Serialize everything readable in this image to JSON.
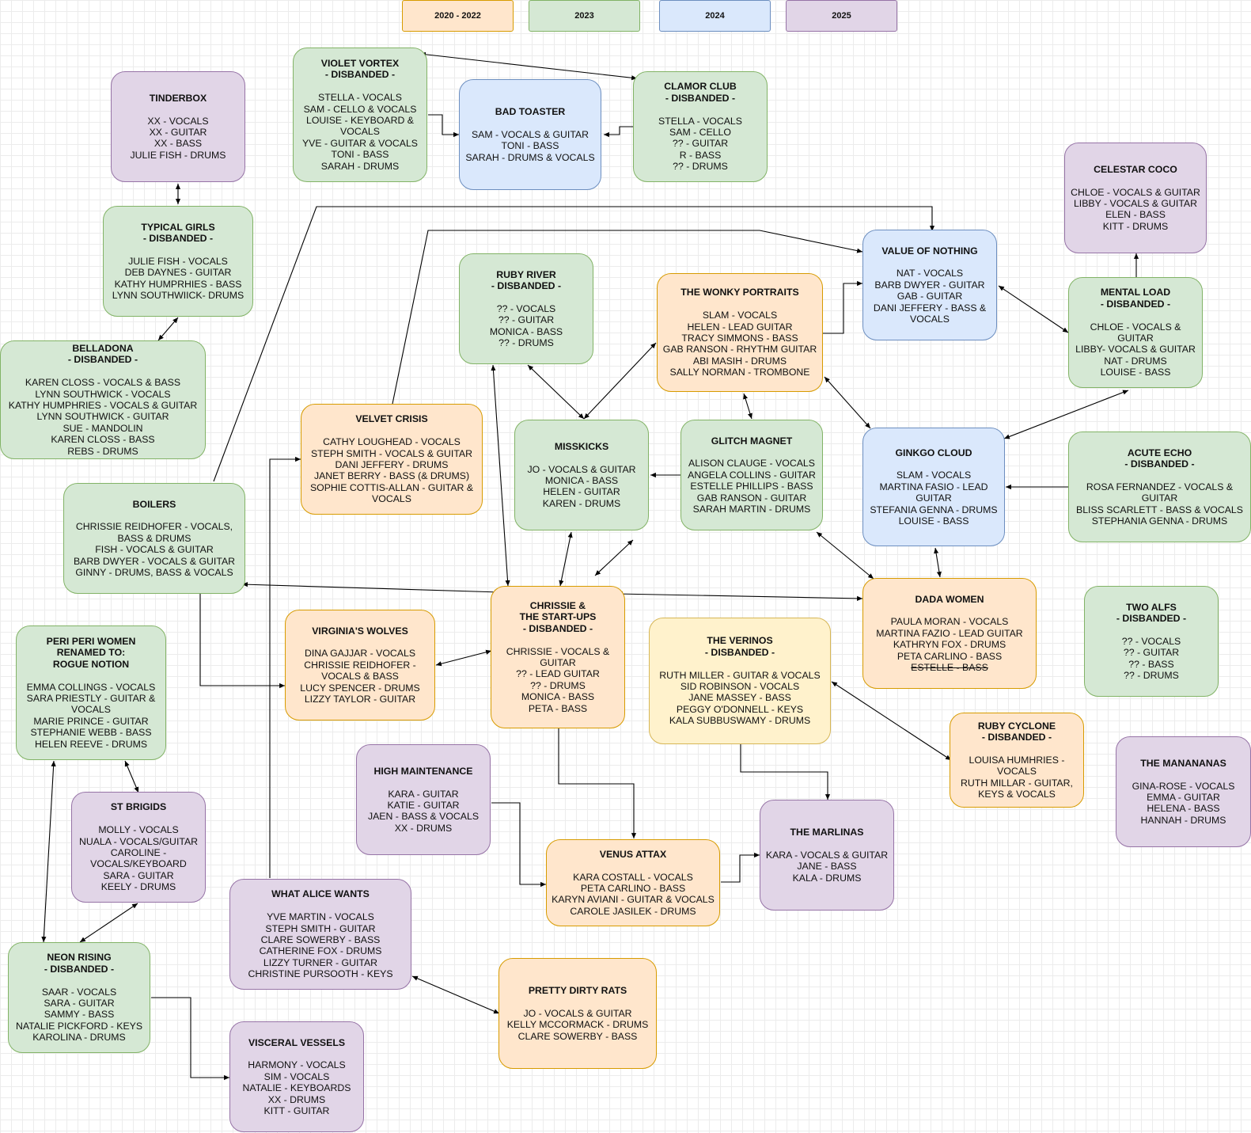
{
  "legend": [
    {
      "id": "l1",
      "label": "2020 - 2022",
      "color": "#ffe6cc",
      "border": "#d79b00"
    },
    {
      "id": "l2",
      "label": "2023",
      "color": "#d5e8d4",
      "border": "#82b366"
    },
    {
      "id": "l3",
      "label": "2024",
      "color": "#dae8fc",
      "border": "#6c8ebf"
    },
    {
      "id": "l4",
      "label": "2025",
      "color": "#e1d5e7",
      "border": "#9673a6"
    }
  ],
  "bands": {
    "tinderbox": {
      "title": "TINDERBOX",
      "members": [
        "XX - VOCALS",
        "XX - GUITAR",
        "XX - BASS",
        "JULIE FISH - DRUMS"
      ]
    },
    "violet_vortex": {
      "title": "VIOLET VORTEX",
      "status": "- DISBANDED -",
      "members": [
        "STELLA - VOCALS",
        "SAM - CELLO & VOCALS",
        "LOUISE - KEYBOARD &",
        "VOCALS",
        "YVE - GUITAR & VOCALS",
        "TONI - BASS",
        "SARAH - DRUMS"
      ]
    },
    "bad_toaster": {
      "title": "BAD TOASTER",
      "members": [
        "SAM - VOCALS & GUITAR",
        "TONI - BASS",
        "SARAH - DRUMS & VOCALS"
      ]
    },
    "clamor_club": {
      "title": "CLAMOR CLUB",
      "status": "- DISBANDED -",
      "members": [
        "STELLA - VOCALS",
        "SAM - CELLO",
        "?? - GUITAR",
        "R - BASS",
        "?? - DRUMS"
      ]
    },
    "celestar_coco": {
      "title": "CELESTAR COCO",
      "members": [
        "CHLOE - VOCALS & GUITAR",
        "LIBBY - VOCALS & GUITAR",
        "ELEN - BASS",
        "KITT - DRUMS"
      ]
    },
    "typical_girls": {
      "title": "TYPICAL GIRLS",
      "status": "- DISBANDED -",
      "members": [
        "JULIE FISH - VOCALS",
        "DEB DAYNES - GUITAR",
        "KATHY HUMPRHIES - BASS",
        "LYNN SOUTHWIICK- DRUMS"
      ]
    },
    "value_of_nothing": {
      "title": "VALUE OF NOTHING",
      "members": [
        "NAT - VOCALS",
        "BARB DWYER - GUITAR",
        "GAB - GUITAR",
        "DANI JEFFERY - BASS &",
        "VOCALS"
      ]
    },
    "ruby_river": {
      "title": "RUBY RIVER",
      "status": "- DISBANDED -",
      "members": [
        "?? - VOCALS",
        "?? - GUITAR",
        "MONICA - BASS",
        "?? - DRUMS"
      ]
    },
    "wonky_portraits": {
      "title": "THE WONKY PORTRAITS",
      "members": [
        "SLAM - VOCALS",
        "HELEN - LEAD GUITAR",
        "TRACY SIMMONS - BASS",
        "GAB RANSON - RHYTHM GUITAR",
        "ABI MASIH - DRUMS",
        "SALLY NORMAN - TROMBONE"
      ]
    },
    "mental_load": {
      "title": "MENTAL LOAD",
      "status": "- DISBANDED -",
      "members": [
        "CHLOE - VOCALS & GUITAR",
        "LIBBY- VOCALS & GUITAR",
        "NAT - DRUMS",
        "LOUISE - BASS"
      ]
    },
    "belladona": {
      "title": "BELLADONA",
      "status": "- DISBANDED -",
      "members": [
        "KAREN CLOSS - VOCALS & BASS",
        "LYNN SOUTHWICK - VOCALS",
        "KATHY HUMPHRIES - VOCALS & GUITAR",
        "LYNN SOUTHWICK - GUITAR",
        "SUE - MANDOLIN",
        "KAREN CLOSS - BASS",
        "REBS - DRUMS"
      ]
    },
    "velvet_crisis": {
      "title": "VELVET CRISIS",
      "members": [
        "CATHY LOUGHEAD - VOCALS",
        "STEPH SMITH - VOCALS & GUITAR",
        "DANI JEFFERY - DRUMS",
        "JANET BERRY - BASS (& DRUMS)",
        "SOPHIE COTTIS-ALLAN - GUITAR &",
        "VOCALS"
      ]
    },
    "misskicks": {
      "title": "MISSKICKS",
      "members": [
        "JO - VOCALS & GUITAR",
        "MONICA - BASS",
        "HELEN - GUITAR",
        "KAREN - DRUMS"
      ]
    },
    "glitch_magnet": {
      "title": "GLITCH MAGNET",
      "members": [
        "ALISON CLAUGE - VOCALS",
        "ANGELA COLLINS - GUITAR",
        "ESTELLE PHILLIPS - BASS",
        "GAB RANSON - GUITAR",
        "SARAH MARTIN - DRUMS"
      ]
    },
    "ginkgo_cloud": {
      "title": "GINKGO CLOUD",
      "members": [
        "SLAM - VOCALS",
        "MARTINA FASIO - LEAD",
        "GUITAR",
        "STEFANIA GENNA - DRUMS",
        "LOUISE - BASS"
      ]
    },
    "acute_echo": {
      "title": "ACUTE ECHO",
      "status": "- DISBANDED -",
      "members": [
        "ROSA FERNANDEZ - VOCALS &",
        "GUITAR",
        "BLISS SCARLETT - BASS & VOCALS",
        "STEPHANIA GENNA - DRUMS"
      ]
    },
    "boilers": {
      "title": "BOILERS",
      "members": [
        "CHRISSIE REIDHOFER - VOCALS,",
        "BASS & DRUMS",
        "FISH - VOCALS & GUITAR",
        "BARB DWYER - VOCALS & GUITAR",
        "GINNY - DRUMS, BASS & VOCALS"
      ]
    },
    "chrissie_startups": {
      "title": "CHRISSIE &",
      "title2": "THE START-UPS",
      "status": "- DISBANDED -",
      "members": [
        "CHRISSIE - VOCALS &",
        "GUITAR",
        "?? - LEAD GUITAR",
        "?? - DRUMS",
        "MONICA - BASS",
        "PETA - BASS"
      ]
    },
    "dada_women": {
      "title": "DADA WOMEN",
      "members": [
        "PAULA MORAN - VOCALS",
        "MARTINA FAZIO - LEAD GUITAR",
        "KATHRYN FOX - DRUMS",
        "PETA CARLINO - BASS"
      ],
      "struck": "ESTELLE - BASS"
    },
    "two_alfs": {
      "title": "TWO ALFS",
      "status": "- DISBANDED -",
      "members": [
        "?? - VOCALS",
        "?? - GUITAR",
        "?? - BASS",
        "?? - DRUMS"
      ]
    },
    "peri_peri": {
      "title": "PERI PERI WOMEN",
      "title2": "RENAMED TO:",
      "title3": "ROGUE NOTION",
      "members": [
        "EMMA COLLINGS - VOCALS",
        "SARA PRIESTLY - GUITAR &",
        "VOCALS",
        "MARIE PRINCE - GUITAR",
        "STEPHANIE WEBB - BASS",
        "HELEN REEVE - DRUMS"
      ]
    },
    "virginias_wolves": {
      "title": "VIRGINIA'S WOLVES",
      "members": [
        "DINA GAJJAR - VOCALS",
        "CHRISSIE REIDHOFER -",
        "VOCALS & BASS",
        "LUCY SPENCER - DRUMS",
        "LIZZY TAYLOR - GUITAR"
      ]
    },
    "verinos": {
      "title": "THE VERINOS",
      "status": "- DISBANDED -",
      "members": [
        "RUTH MILLER - GUITAR & VOCALS",
        "SID ROBINSON - VOCALS",
        "JANE MASSEY - BASS",
        "PEGGY O'DONNELL - KEYS",
        "KALA SUBBUSWAMY - DRUMS"
      ]
    },
    "ruby_cyclone": {
      "title": "RUBY CYCLONE",
      "status": "- DISBANDED -",
      "members": [
        "LOUISA HUMHRIES -",
        "VOCALS",
        "RUTH MILLAR - GUITAR,",
        "KEYS & VOCALS"
      ]
    },
    "manananas": {
      "title": "THE MANANANAS",
      "members": [
        "GINA-ROSE - VOCALS",
        "EMMA - GUITAR",
        "HELENA - BASS",
        "HANNAH - DRUMS"
      ]
    },
    "st_brigids": {
      "title": "ST BRIGIDS",
      "members": [
        "MOLLY - VOCALS",
        "NUALA - VOCALS/GUITAR",
        "CAROLINE -",
        "VOCALS/KEYBOARD",
        "SARA - GUITAR",
        "KEELY - DRUMS"
      ]
    },
    "high_maintenance": {
      "title": "HIGH MAINTENANCE",
      "members": [
        "KARA - GUITAR",
        "KATIE - GUITAR",
        "JAEN - BASS & VOCALS",
        "XX - DRUMS"
      ]
    },
    "marlinas": {
      "title": "THE MARLINAS",
      "members": [
        "KARA - VOCALS & GUITAR",
        "JANE - BASS",
        "KALA - DRUMS"
      ]
    },
    "venus_attax": {
      "title": "VENUS ATTAX",
      "members": [
        "KARA COSTALL - VOCALS",
        "PETA CARLINO - BASS",
        "KARYN AVIANI - GUITAR & VOCALS",
        "CAROLE JASILEK - DRUMS"
      ]
    },
    "what_alice_wants": {
      "title": "WHAT ALICE WANTS",
      "members": [
        "YVE MARTIN - VOCALS",
        "STEPH SMITH - GUITAR",
        "CLARE SOWERBY - BASS",
        "CATHERINE FOX - DRUMS",
        "LIZZY TURNER - GUITAR",
        "CHRISTINE PURSOOTH - KEYS"
      ]
    },
    "neon_rising": {
      "title": "NEON RISING",
      "status": "- DISBANDED -",
      "members": [
        "SAAR - VOCALS",
        "SARA - GUITAR",
        "SAMMY - BASS",
        "NATALIE PICKFORD - KEYS",
        "KAROLINA - DRUMS"
      ]
    },
    "pretty_dirty_rats": {
      "title": "PRETTY DIRTY RATS",
      "members": [
        "JO - VOCALS & GUITAR",
        "KELLY MCCORMACK - DRUMS",
        "CLARE SOWERBY - BASS"
      ]
    },
    "visceral_vessels": {
      "title": "VISCERAL VESSELS",
      "members": [
        "HARMONY - VOCALS",
        "SIM - VOCALS",
        "NATALIE - KEYBOARDS",
        "XX - DRUMS",
        "KITT - GUITAR"
      ]
    }
  }
}
